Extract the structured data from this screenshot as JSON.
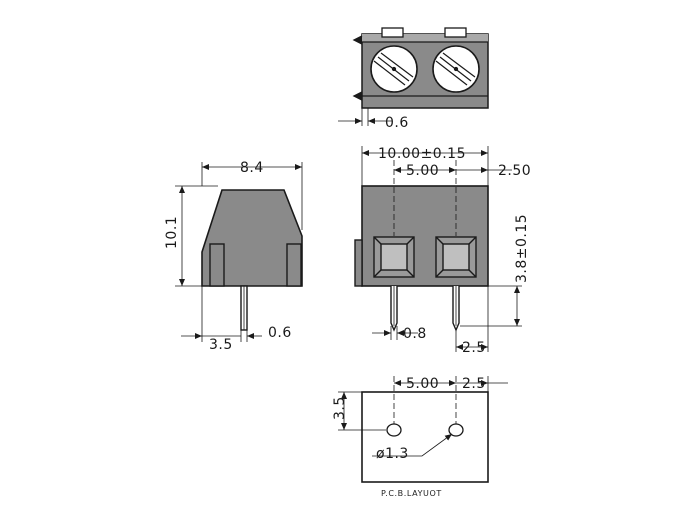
{
  "colors": {
    "ink": "#1a1a1a",
    "body_fill": "#8a8a8a",
    "background": "#ffffff"
  },
  "drawing": {
    "top_view": {
      "pitch_offset": "0.6"
    },
    "side_view": {
      "width": "8.4",
      "height": "10.1",
      "pin_offset": "3.5",
      "pin_thickness": "0.6"
    },
    "front_view": {
      "overall": "10.00±0.15",
      "pitch": "5.00",
      "edge": "2.50",
      "pin_height": "3.8±0.15",
      "pin_width": "0.8",
      "pin_edge": "2.5"
    },
    "pcb_layout": {
      "pitch": "5.00",
      "edge": "2.5",
      "row": "3.5",
      "hole": "ø1.3",
      "caption": "P.C.B.LAYUOT"
    }
  }
}
